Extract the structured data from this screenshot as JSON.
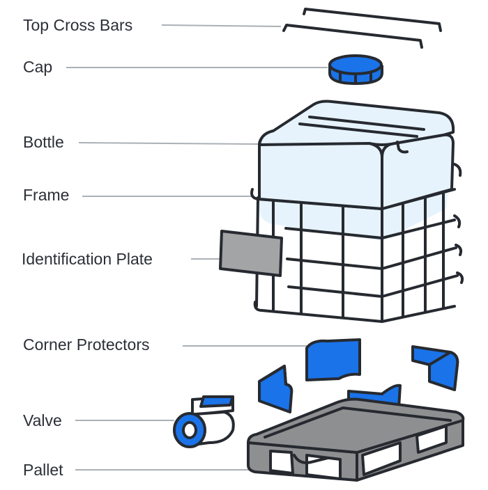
{
  "labels": {
    "top_cross_bars": "Top Cross Bars",
    "cap": "Cap",
    "bottle": "Bottle",
    "frame": "Frame",
    "identification_plate": "Identification Plate",
    "corner_protectors": "Corner Protectors",
    "valve": "Valve",
    "pallet": "Pallet"
  },
  "colors": {
    "outline": "#262a30",
    "bottle_fill": "#e6f3fc",
    "accent_blue": "#1a73e8",
    "pallet_gray": "#8e8f91",
    "plate_gray": "#a3a4a6",
    "leader_line": "#aab0b6",
    "label_text": "#2b2f36"
  }
}
